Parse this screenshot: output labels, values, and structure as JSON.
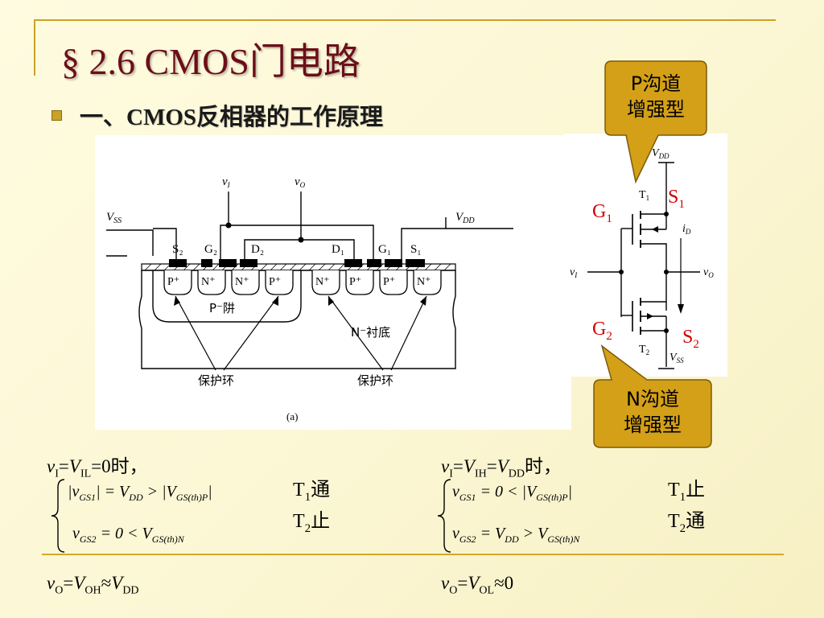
{
  "title": "§ 2.6 CMOS门电路",
  "subtitle": "一、CMOS反相器的工作原理",
  "callouts": {
    "p_channel": [
      "P沟道",
      "增强型"
    ],
    "n_channel": [
      "N沟道",
      "增强型"
    ]
  },
  "cross_section": {
    "vss": "V",
    "vss_sub": "SS",
    "vdd": "V",
    "vdd_sub": "DD",
    "vi": "v",
    "vi_sub": "I",
    "vo": "v",
    "vo_sub": "O",
    "terminals": [
      "S₂",
      "G₂",
      "D₂",
      "D₁",
      "G₁",
      "S₁"
    ],
    "regions": [
      "P⁺",
      "N⁺",
      "N⁺",
      "P⁺",
      "N⁺",
      "P⁺",
      "P⁺",
      "N⁺"
    ],
    "p_well": "P⁻阱",
    "n_substrate": "N⁻衬底",
    "guard_ring_left": "保护环",
    "guard_ring_right": "保护环",
    "caption": "(a)"
  },
  "schematic": {
    "vdd": "V",
    "vdd_sub": "DD",
    "vss": "V",
    "vss_sub": "SS",
    "t1": "T",
    "t1_sub": "1",
    "t2": "T",
    "t2_sub": "2",
    "id": "i",
    "id_sub": "D",
    "vi": "v",
    "vi_sub": "I",
    "vo": "v",
    "vo_sub": "O"
  },
  "terminal_labels": {
    "g1": "G",
    "g1_sub": "1",
    "s1": "S",
    "s1_sub": "1",
    "g2": "G",
    "g2_sub": "2",
    "s2": "S",
    "s2_sub": "2"
  },
  "left_case": {
    "condition": {
      "v": "v",
      "v_sub": "I",
      "eq1": "=",
      "V": "V",
      "V_sub": "IL",
      "eq2": "=0",
      "suffix": "时，"
    },
    "line1": {
      "lhs": "v",
      "lhs_sub": "GS1",
      "mid": " = V",
      "mid_sub": "DD",
      "gt": " > ",
      "rhs": "V",
      "rhs_sub": "GS(th)P"
    },
    "line2": {
      "lhs": "v",
      "lhs_sub": "GS2",
      "mid": " = 0 < V",
      "mid_sub": "GS(th)N"
    },
    "state1": {
      "t": "T",
      "t_sub": "1",
      "s": "通"
    },
    "state2": {
      "t": "T",
      "t_sub": "2",
      "s": "止"
    },
    "result": {
      "v": "v",
      "v_sub": "O",
      "eq": "=",
      "V": "V",
      "V_sub": "OH",
      "approx": "≈",
      "V2": "V",
      "V2_sub": "DD"
    }
  },
  "right_case": {
    "condition": {
      "v": "v",
      "v_sub": "I",
      "eq1": "=",
      "V": "V",
      "V_sub": "IH",
      "eq2": "=",
      "V2": "V",
      "V2_sub": "DD",
      "suffix": "时，"
    },
    "line1": {
      "lhs": "v",
      "lhs_sub": "GS1",
      "mid": " = 0 < ",
      "rhs": "V",
      "rhs_sub": "GS(th)P"
    },
    "line2": {
      "lhs": "v",
      "lhs_sub": "GS2",
      "mid": " = V",
      "mid_sub": "DD",
      "gt": " > V",
      "rhs_sub": "GS(th)N"
    },
    "state1": {
      "t": "T",
      "t_sub": "1",
      "s": "止"
    },
    "state2": {
      "t": "T",
      "t_sub": "2",
      "s": "通"
    },
    "result": {
      "v": "v",
      "v_sub": "O",
      "eq": "=",
      "V": "V",
      "V_sub": "OL",
      "approx": "≈0"
    }
  }
}
